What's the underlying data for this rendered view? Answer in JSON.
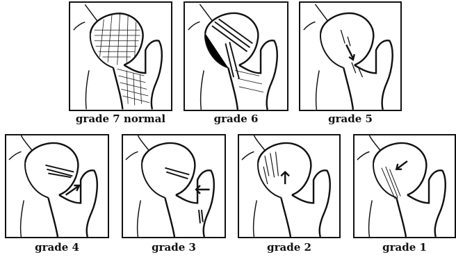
{
  "figure": {
    "panels": [
      {
        "id": "g7",
        "caption": "grade 7 normal"
      },
      {
        "id": "g6",
        "caption": "grade 6"
      },
      {
        "id": "g5",
        "caption": "grade 5"
      },
      {
        "id": "g4",
        "caption": "grade 4"
      },
      {
        "id": "g3",
        "caption": "grade 3"
      },
      {
        "id": "g2",
        "caption": "grade 2"
      },
      {
        "id": "g1",
        "caption": "grade 1"
      }
    ],
    "colors": {
      "ink": "#111111",
      "background": "#ffffff"
    }
  }
}
